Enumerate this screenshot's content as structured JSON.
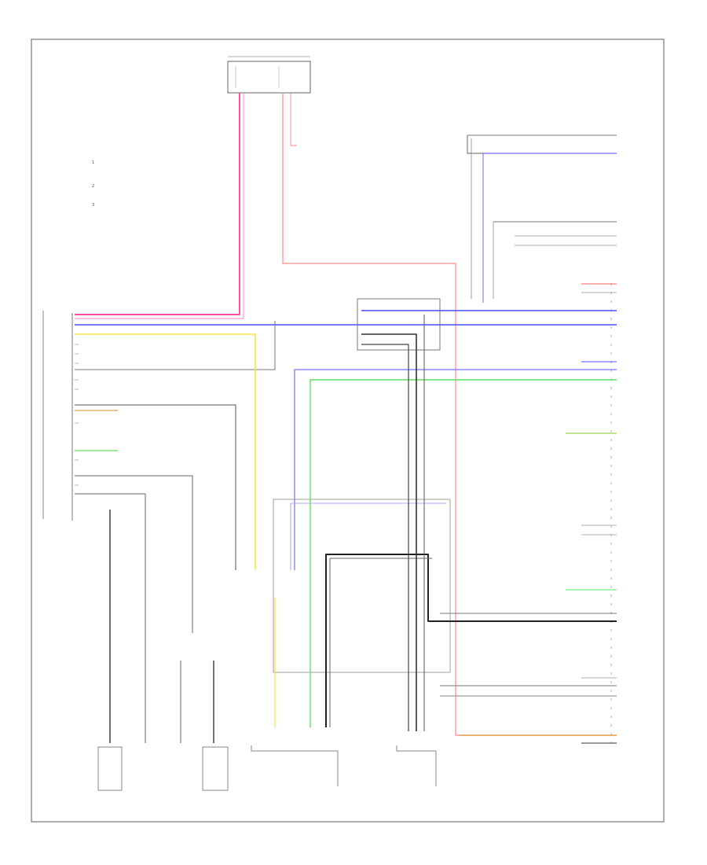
{
  "diagram": {
    "footer_code": "",
    "legend": [
      {
        "num": "1",
        "text": ""
      },
      {
        "num": "2",
        "text": ""
      },
      {
        "num": "3",
        "text": ""
      }
    ],
    "components": {
      "top_fuse_block": "",
      "left_module": "",
      "right_module": "",
      "bottom_left_switch": "",
      "bottom_center_unit": "",
      "bottom_right_unit": ""
    },
    "wire_colors": {
      "pink": "#ff4fa3",
      "red": "#ff8a8a",
      "blue": "#4d4dff",
      "yellow": "#f2e640",
      "green": "#62e062",
      "black": "#222222",
      "gray": "#888888",
      "orange": "#e0a050"
    }
  }
}
